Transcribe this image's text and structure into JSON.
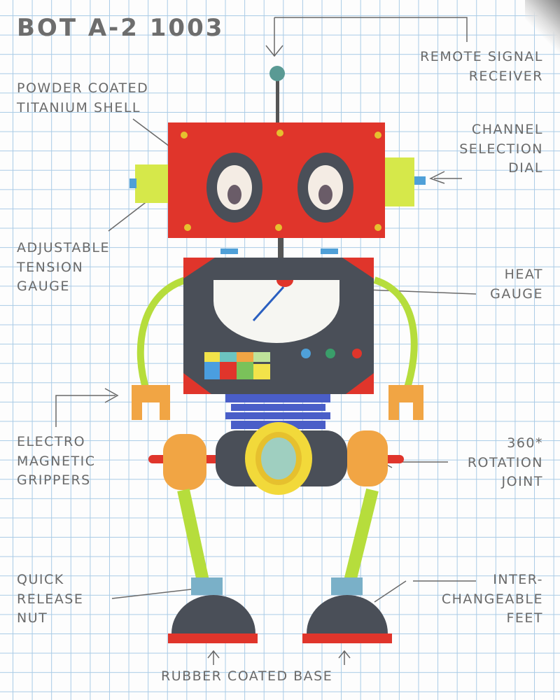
{
  "title": "BOT A-2 1003",
  "labels": {
    "remote": "REMOTE SIGNAL\nRECEIVER",
    "powder": "POWDER COATED\nTITANIUM SHELL",
    "channel": "CHANNEL\nSELECTION\nDIAL",
    "tension": "ADJUSTABLE\nTENSION\nGAUGE",
    "heat": "HEAT\nGAUGE",
    "grippers": "ELECTRO\nMAGNETIC\nGRIPPERS",
    "rotation": "360*\nROTATION\nJOINT",
    "nut": "QUICK\nRELEASE\nNUT",
    "feet": "INTER-\nCHANGEABLE\nFEET",
    "base": "RUBBER COATED BASE"
  },
  "colors": {
    "head": "#e0352b",
    "body": "#4a4f58",
    "limb": "#b6dd3c",
    "joint": "#f1a544",
    "line": "#6a6a6a"
  }
}
